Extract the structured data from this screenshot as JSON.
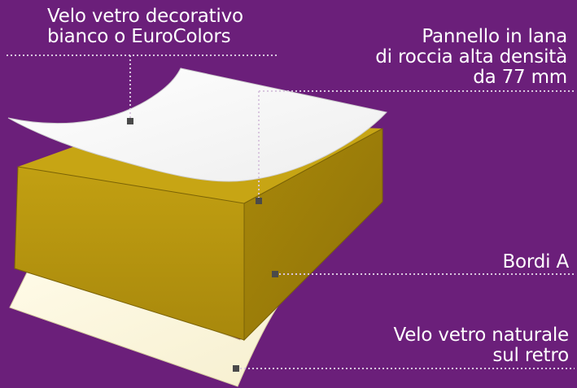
{
  "labels": {
    "top_veil": {
      "line1": "Velo vetro decorativo",
      "line2": "bianco o EuroColors"
    },
    "panel": {
      "line1": "Pannello in lana",
      "line2": "di roccia alta densità",
      "line3": "da 77 mm"
    },
    "edges": {
      "line1": "Bordi A"
    },
    "back_veil": {
      "line1": "Velo vetro naturale",
      "line2": "sul retro"
    }
  },
  "colors": {
    "background": "#6b1f7a",
    "panel_front": "#b8960f",
    "panel_side": "#a07f0a",
    "panel_top": "#c9a716",
    "top_veil": "#ffffff",
    "back_veil": "#fbf5dc",
    "leader_line": "#d8c6de",
    "marker": "#4a4a4a"
  }
}
